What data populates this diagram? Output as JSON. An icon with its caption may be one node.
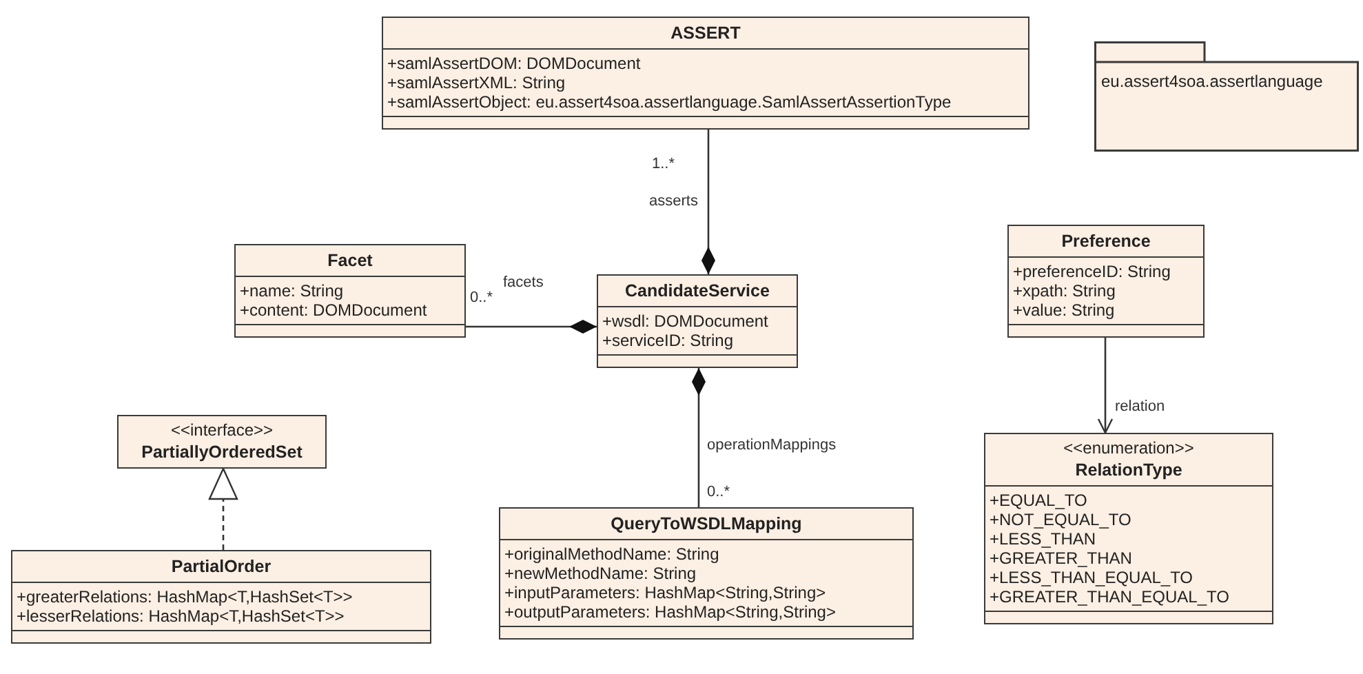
{
  "diagram": {
    "nodes": [
      {
        "text": [
          "ASSERT",
          "+samlAssertDOM: DOMDocument",
          "+samlAssertXML: String",
          "+samlAssertObject: eu.assert4soa.assertlanguage.SamlAssertAssertionType"
        ]
      },
      {
        "text": [
          "eu.assert4soa.assertlanguage"
        ]
      },
      {
        "text": [
          "Facet",
          "+name: String",
          "+content: DOMDocument"
        ]
      },
      {
        "text": [
          "CandidateService",
          "+wsdl: DOMDocument",
          "+serviceID: String"
        ]
      },
      {
        "text": [
          "Preference",
          "+preferenceID: String",
          "+xpath: String",
          "+value: String"
        ]
      },
      {
        "text": [
          "<<interface>>",
          "PartiallyOrderedSet"
        ]
      },
      {
        "text": [
          "PartialOrder",
          "+greaterRelations: HashMap<T,HashSet<T>>",
          "+lesserRelations: HashMap<T,HashSet<T>>"
        ]
      },
      {
        "text": [
          "QueryToWSDLMapping",
          "+originalMethodName: String",
          "+newMethodName: String",
          "+inputParameters: HashMap<String,String>",
          "+outputParameters: HashMap<String,String>"
        ]
      },
      {
        "text": [
          "<<enumeration>>",
          "RelationType",
          "+EQUAL_TO",
          "+NOT_EQUAL_TO",
          "+LESS_THAN",
          "+GREATER_THAN",
          "+LESS_THAN_EQUAL_TO",
          "+GREATER_THAN_EQUAL_TO"
        ]
      }
    ],
    "edges": [
      {
        "from": 3,
        "to": 0,
        "arrow": "other",
        "label": "asserts"
      },
      {
        "from": 3,
        "to": 2,
        "arrow": "other",
        "label": "facets"
      },
      {
        "from": 3,
        "to": 7,
        "arrow": "other",
        "label": "operationMappings"
      },
      {
        "from": 4,
        "to": 8,
        "arrow": "to",
        "label": "relation"
      },
      {
        "from": 6,
        "to": 5,
        "arrow": "to",
        "style": "dashed"
      }
    ],
    "labels": [
      "1..*",
      "0..*",
      "0..*"
    ]
  }
}
